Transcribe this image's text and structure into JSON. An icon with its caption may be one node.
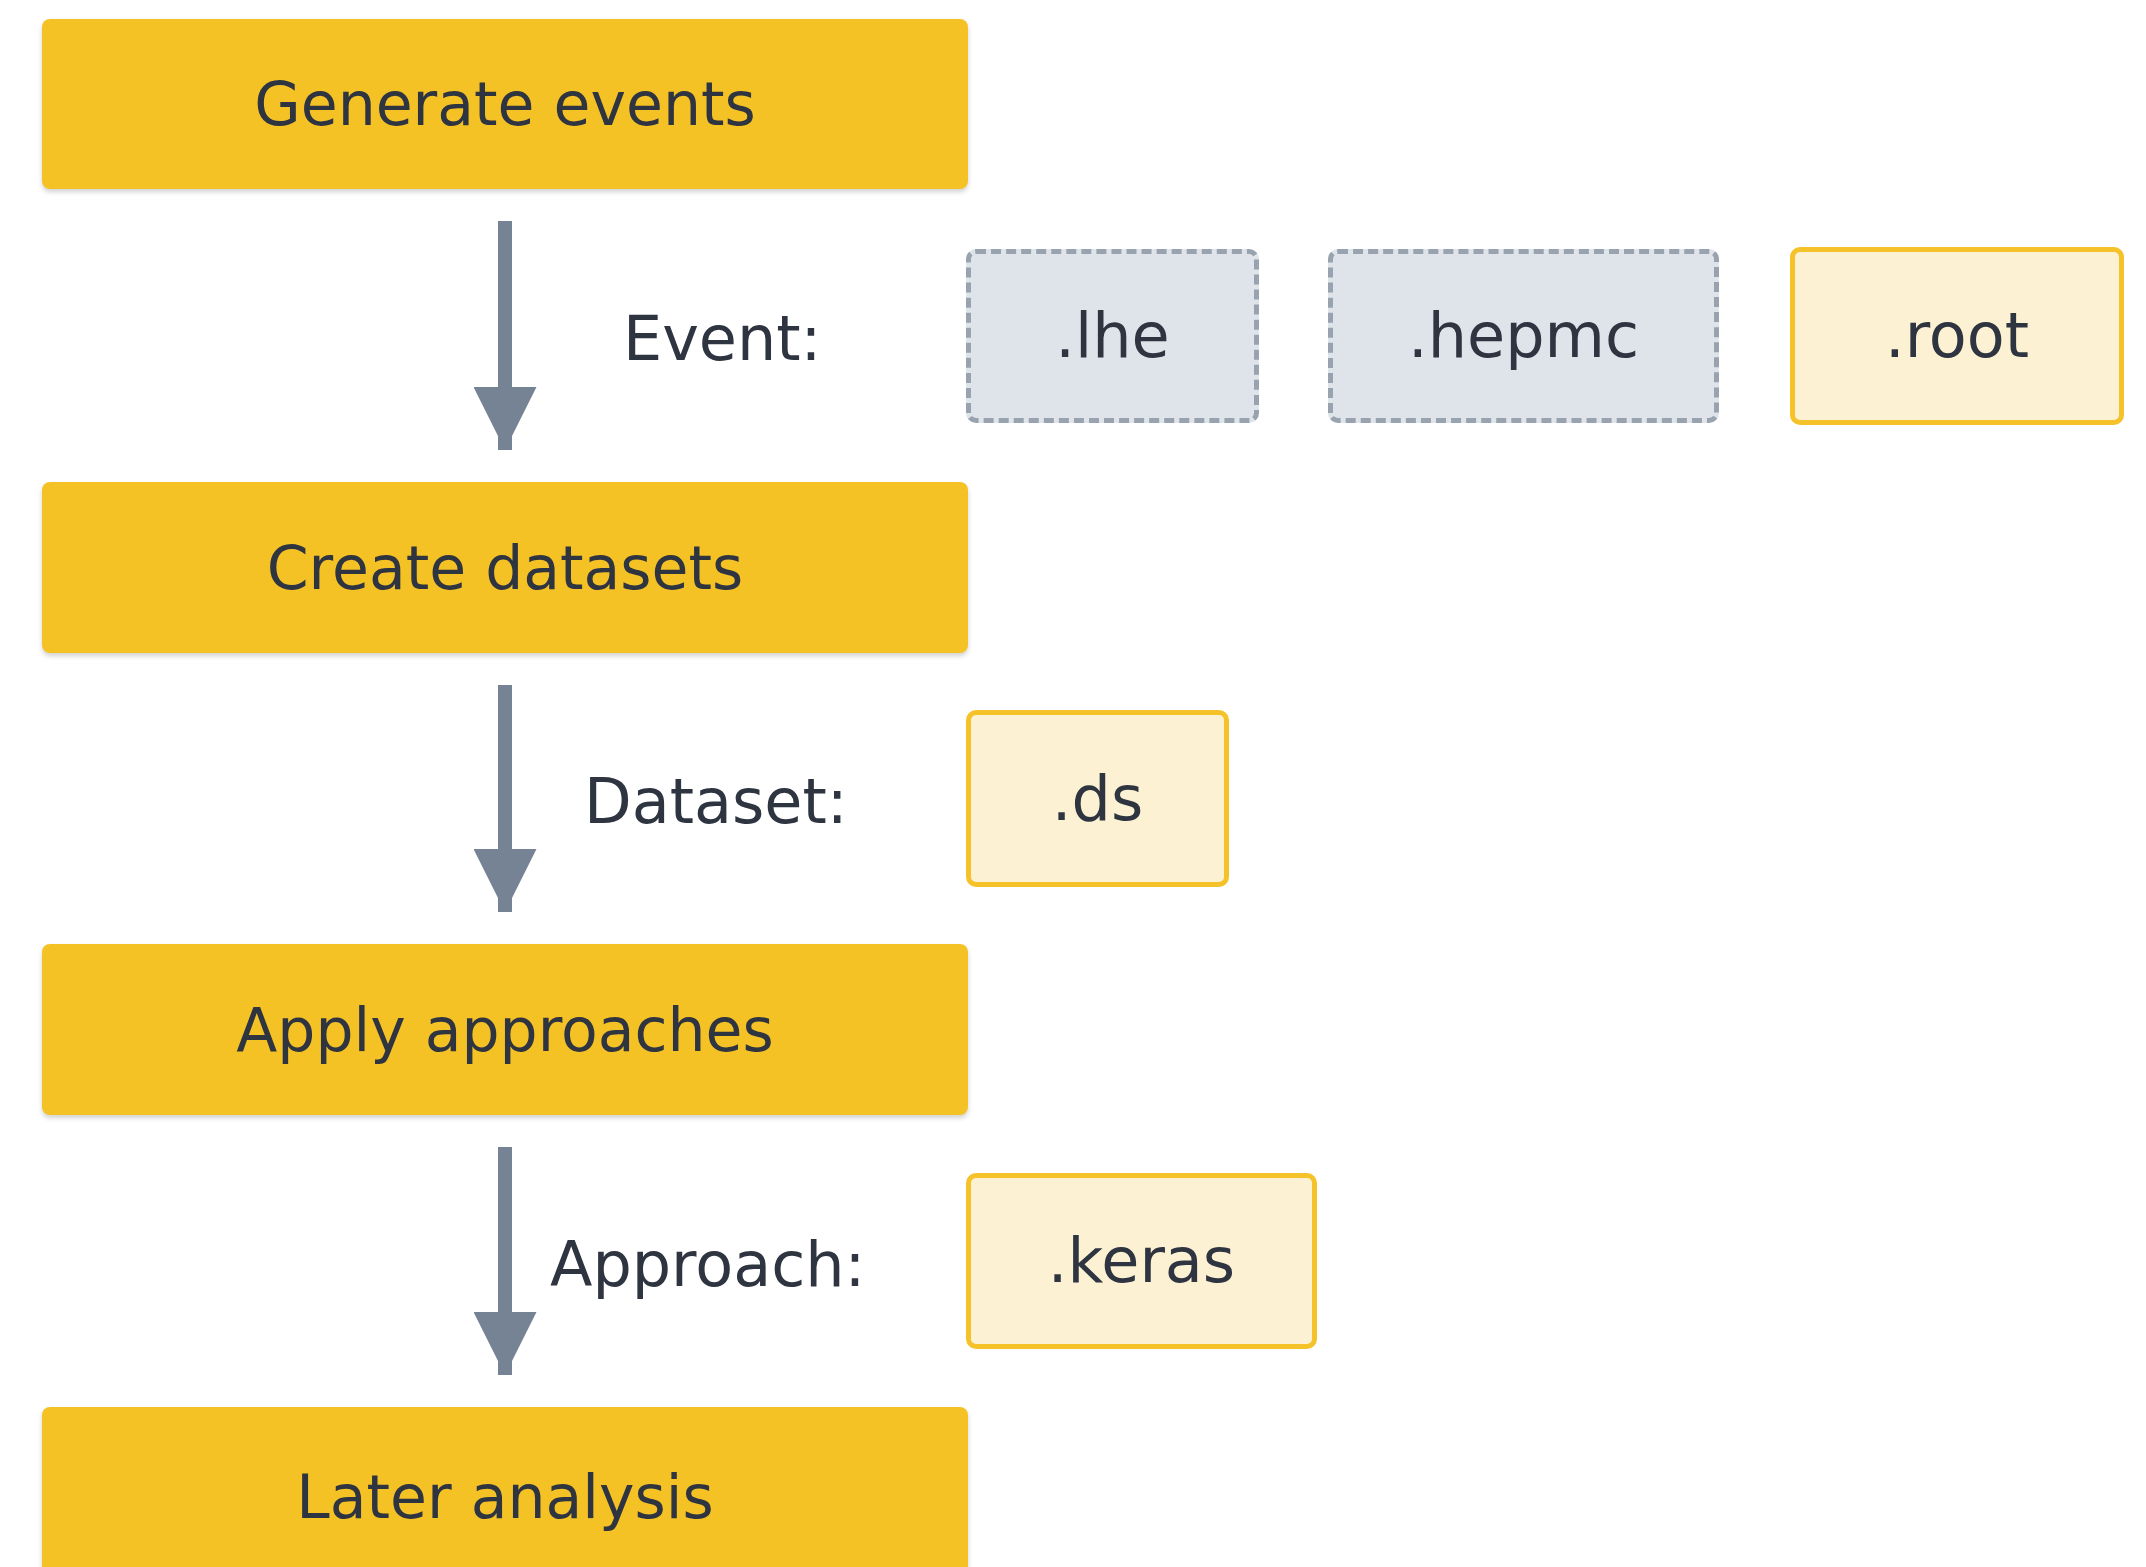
{
  "diagram": {
    "nodes": [
      {
        "text": [
          "Generate events"
        ]
      },
      {
        "text": [
          ".lhe"
        ]
      },
      {
        "text": [
          ".hepmc"
        ]
      },
      {
        "text": [
          ".root"
        ]
      },
      {
        "text": [
          "Create datasets"
        ]
      },
      {
        "text": [
          ".ds"
        ]
      },
      {
        "text": [
          "Apply approaches"
        ]
      },
      {
        "text": [
          ".keras"
        ]
      },
      {
        "text": [
          "Later analysis"
        ]
      }
    ],
    "edges": [
      {
        "from": 0,
        "to": 4,
        "arrow": "to",
        "label": "Event:"
      },
      {
        "from": 4,
        "to": 6,
        "arrow": "to",
        "label": "Dataset:"
      },
      {
        "from": 6,
        "to": 8,
        "arrow": "to",
        "label": "Approach:"
      }
    ]
  }
}
